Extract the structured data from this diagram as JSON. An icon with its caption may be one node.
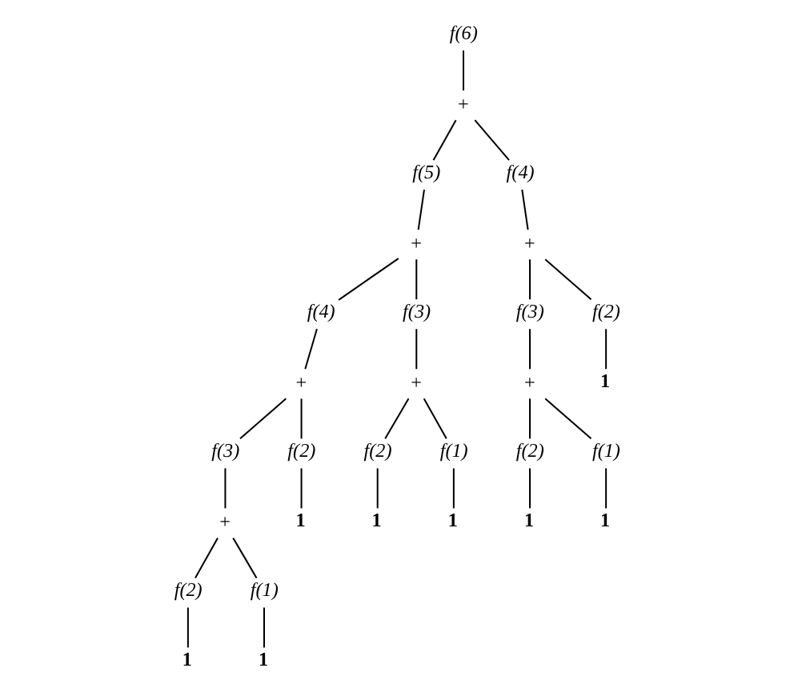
{
  "diagram": {
    "nodes": [
      {
        "text": [
          "f(6)"
        ]
      },
      {
        "text": [
          "+"
        ]
      },
      {
        "text": [
          "f(5)"
        ]
      },
      {
        "text": [
          "f(4)"
        ]
      },
      {
        "text": [
          "+"
        ]
      },
      {
        "text": [
          "+"
        ]
      },
      {
        "text": [
          "f(4)"
        ]
      },
      {
        "text": [
          "f(3)"
        ]
      },
      {
        "text": [
          "f(3)"
        ]
      },
      {
        "text": [
          "f(2)"
        ]
      },
      {
        "text": [
          "+"
        ]
      },
      {
        "text": [
          "+"
        ]
      },
      {
        "text": [
          "+"
        ]
      },
      {
        "text": [
          "1"
        ]
      },
      {
        "text": [
          "f(3)"
        ]
      },
      {
        "text": [
          "f(2)"
        ]
      },
      {
        "text": [
          "f(2)"
        ]
      },
      {
        "text": [
          "f(1)"
        ]
      },
      {
        "text": [
          "f(2)"
        ]
      },
      {
        "text": [
          "f(1)"
        ]
      },
      {
        "text": [
          "+"
        ]
      },
      {
        "text": [
          "1"
        ]
      },
      {
        "text": [
          "1"
        ]
      },
      {
        "text": [
          "1"
        ]
      },
      {
        "text": [
          "1"
        ]
      },
      {
        "text": [
          "1"
        ]
      },
      {
        "text": [
          "f(2)"
        ]
      },
      {
        "text": [
          "f(1)"
        ]
      },
      {
        "text": [
          "1"
        ]
      },
      {
        "text": [
          "1"
        ]
      }
    ],
    "edges": [
      {
        "from": 0,
        "to": 1,
        "arrow": "none"
      },
      {
        "from": 1,
        "to": 2,
        "arrow": "none"
      },
      {
        "from": 1,
        "to": 3,
        "arrow": "none"
      },
      {
        "from": 2,
        "to": 4,
        "arrow": "none"
      },
      {
        "from": 3,
        "to": 5,
        "arrow": "none"
      },
      {
        "from": 4,
        "to": 6,
        "arrow": "none"
      },
      {
        "from": 4,
        "to": 7,
        "arrow": "none"
      },
      {
        "from": 5,
        "to": 8,
        "arrow": "none"
      },
      {
        "from": 5,
        "to": 9,
        "arrow": "none"
      },
      {
        "from": 6,
        "to": 10,
        "arrow": "none"
      },
      {
        "from": 7,
        "to": 11,
        "arrow": "none"
      },
      {
        "from": 8,
        "to": 12,
        "arrow": "none"
      },
      {
        "from": 9,
        "to": 13,
        "arrow": "none"
      },
      {
        "from": 10,
        "to": 14,
        "arrow": "none"
      },
      {
        "from": 10,
        "to": 15,
        "arrow": "none"
      },
      {
        "from": 11,
        "to": 16,
        "arrow": "none"
      },
      {
        "from": 11,
        "to": 17,
        "arrow": "none"
      },
      {
        "from": 12,
        "to": 18,
        "arrow": "none"
      },
      {
        "from": 12,
        "to": 19,
        "arrow": "none"
      },
      {
        "from": 14,
        "to": 20,
        "arrow": "none"
      },
      {
        "from": 15,
        "to": 21,
        "arrow": "none"
      },
      {
        "from": 16,
        "to": 22,
        "arrow": "none"
      },
      {
        "from": 17,
        "to": 23,
        "arrow": "none"
      },
      {
        "from": 18,
        "to": 24,
        "arrow": "none"
      },
      {
        "from": 19,
        "to": 25,
        "arrow": "none"
      },
      {
        "from": 20,
        "to": 26,
        "arrow": "none"
      },
      {
        "from": 20,
        "to": 27,
        "arrow": "none"
      },
      {
        "from": 26,
        "to": 28,
        "arrow": "none"
      },
      {
        "from": 27,
        "to": 29,
        "arrow": "none"
      }
    ]
  }
}
